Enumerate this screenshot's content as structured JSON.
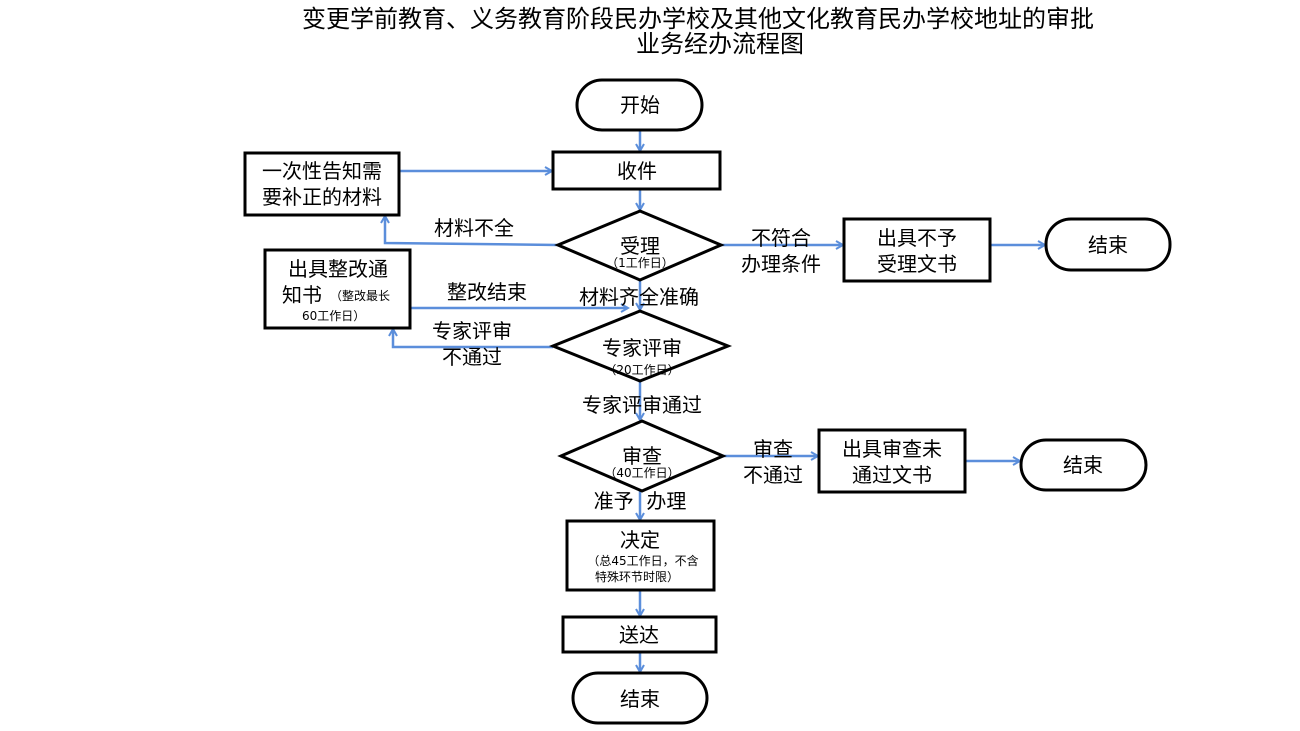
{
  "title": {
    "line1": "变更学前教育、义务教育阶段民办学校及其他文化教育民办学校地址的审批",
    "line2": "业务经办流程图"
  },
  "colors": {
    "arrow": "#5b8edb",
    "border": "#000000"
  },
  "nodes": {
    "start": {
      "label": "开始"
    },
    "receive": {
      "label": "收件"
    },
    "notify": {
      "line1": "一次性告知需",
      "line2": "要补正的材料"
    },
    "accept": {
      "label": "受理",
      "note": "（1工作日）"
    },
    "reject_accept": {
      "line1": "出具不予",
      "line2": "受理文书"
    },
    "end_right1": {
      "label": "结束"
    },
    "rectify": {
      "line1": "出具整改通",
      "line2": "知书",
      "note1": "（整改最长",
      "note2": "60工作日）"
    },
    "expert": {
      "label": "专家评审",
      "note": "（20工作日）"
    },
    "review": {
      "label": "审查",
      "note": "（40工作日）"
    },
    "reject_review": {
      "line1": "出具审查未",
      "line2": "通过文书"
    },
    "end_right2": {
      "label": "结束"
    },
    "decision": {
      "label": "决定",
      "note1": "（总45工作日，不含",
      "note2": "特殊环节时限）"
    },
    "deliver": {
      "label": "送达"
    },
    "end": {
      "label": "结束"
    }
  },
  "edge_labels": {
    "incomplete": "材料不全",
    "not_qualified_1": "不符合",
    "not_qualified_2": "办理条件",
    "rectify_done": "整改结束",
    "complete": "材料齐全准确",
    "expert_fail_1": "专家评审",
    "expert_fail_2": "不通过",
    "expert_pass": "专家评审通过",
    "review_fail_1": "审查",
    "review_fail_2": "不通过",
    "approve": "准予  办理"
  }
}
